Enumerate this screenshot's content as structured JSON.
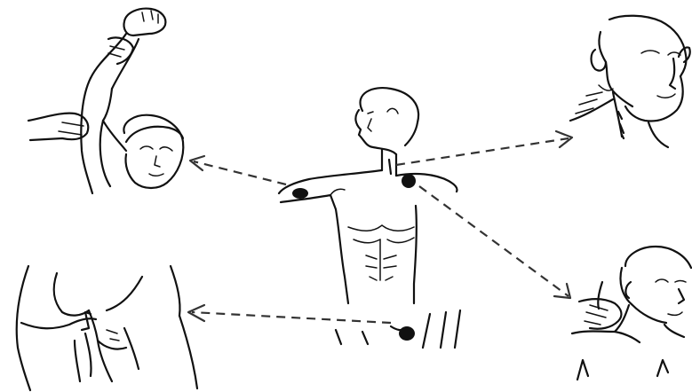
{
  "figure": {
    "background": "#ffffff",
    "ink_color": "#111111",
    "arrow_color": "#333333",
    "panels": [
      {
        "id": "center",
        "depicts": "torso-figure"
      },
      {
        "id": "top-left",
        "depicts": "raised-arm-shoulder-exam"
      },
      {
        "id": "top-right",
        "depicts": "neck-side-view"
      },
      {
        "id": "bottom-left",
        "depicts": "groin-region"
      },
      {
        "id": "bottom-right",
        "depicts": "shoulder-palpation"
      }
    ],
    "arrows": [
      {
        "from": "center",
        "to": "top-left",
        "style": "dashed"
      },
      {
        "from": "center",
        "to": "top-right",
        "style": "dashed"
      },
      {
        "from": "center",
        "to": "bottom-right",
        "style": "dashed"
      },
      {
        "from": "center",
        "to": "bottom-left",
        "style": "dashed"
      }
    ]
  }
}
